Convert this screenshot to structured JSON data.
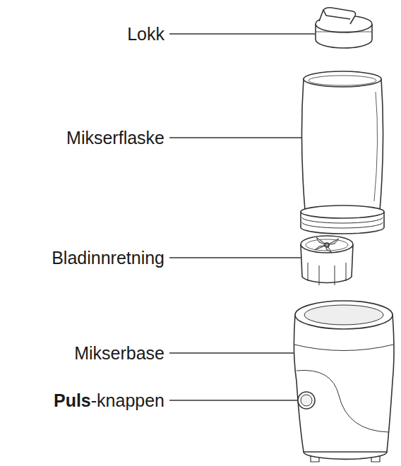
{
  "diagram": {
    "labels": [
      "Lokk",
      "Mikserflaske",
      "Bladinnretning",
      "Mikserbase",
      "Puls",
      "-knappen"
    ]
  }
}
